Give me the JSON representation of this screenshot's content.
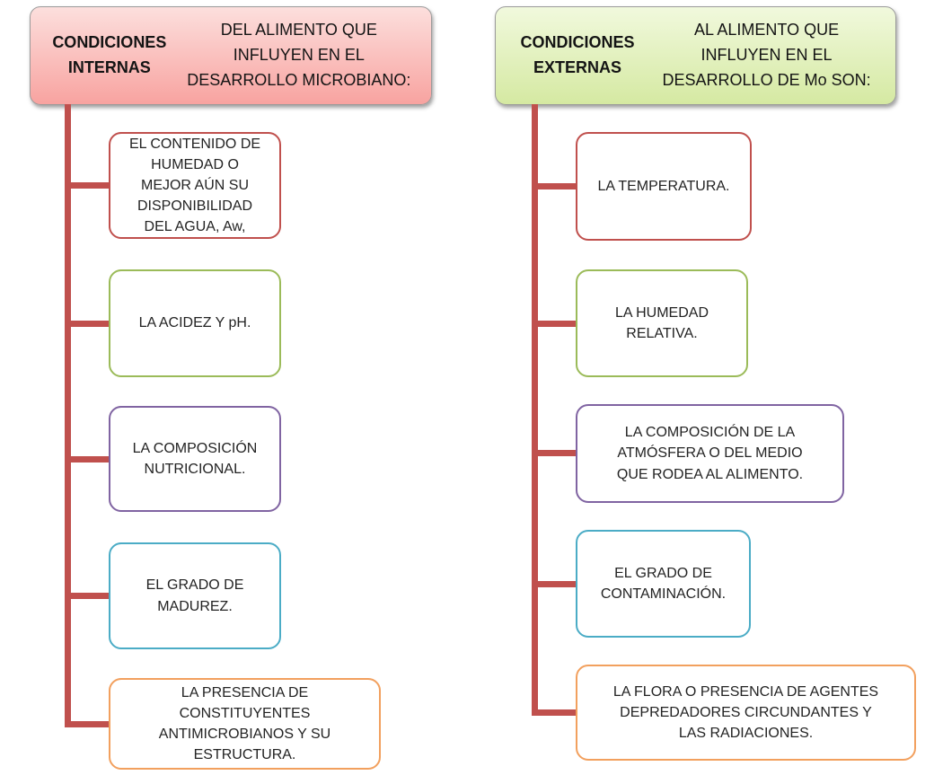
{
  "connector_color": "#c0504d",
  "palette": {
    "red": "#c0504d",
    "green": "#9bbb59",
    "purple": "#8064a2",
    "teal": "#4bacc6",
    "orange": "#f2a05e",
    "header_left_fill_top": "#fcdfdd",
    "header_left_fill_bottom": "#f8a3a0",
    "header_right_fill_top": "#f1f9dd",
    "header_right_fill_bottom": "#d5e9a2"
  },
  "columns": [
    {
      "header": {
        "bold": "CONDICIONES INTERNAS",
        "rest": " DEL ALIMENTO QUE\nINFLUYEN EN EL DESARROLLO MICROBIANO:"
      },
      "items": [
        {
          "text": "EL CONTENIDO DE\nHUMEDAD O\nMEJOR AÚN SU\nDISPONIBILIDAD\nDEL AGUA, Aw,",
          "border_color": "#c0504d"
        },
        {
          "text": "LA ACIDEZ Y pH.",
          "border_color": "#9bbb59"
        },
        {
          "text": "LA COMPOSICIÓN\nNUTRICIONAL.",
          "border_color": "#8064a2"
        },
        {
          "text": "EL GRADO DE\nMADUREZ.",
          "border_color": "#4bacc6"
        },
        {
          "text": "LA PRESENCIA DE\nCONSTITUYENTES\nANTIMICROBIANOS Y SU\nESTRUCTURA.",
          "border_color": "#f2a05e"
        }
      ]
    },
    {
      "header": {
        "bold": "CONDICIONES EXTERNAS",
        "rest": " AL ALIMENTO QUE\nINFLUYEN EN EL DESARROLLO DE Mo SON:"
      },
      "items": [
        {
          "text": "LA TEMPERATURA.",
          "border_color": "#c0504d"
        },
        {
          "text": "LA HUMEDAD\nRELATIVA.",
          "border_color": "#9bbb59"
        },
        {
          "text": "LA COMPOSICIÓN DE LA\nATMÓSFERA O DEL MEDIO\nQUE RODEA AL ALIMENTO.",
          "border_color": "#8064a2"
        },
        {
          "text": "EL GRADO DE\nCONTAMINACIÓN.",
          "border_color": "#4bacc6"
        },
        {
          "text": "LA FLORA O PRESENCIA DE AGENTES\nDEPREDADORES CIRCUNDANTES Y\nLAS RADIACIONES.",
          "border_color": "#f2a05e"
        }
      ]
    }
  ]
}
